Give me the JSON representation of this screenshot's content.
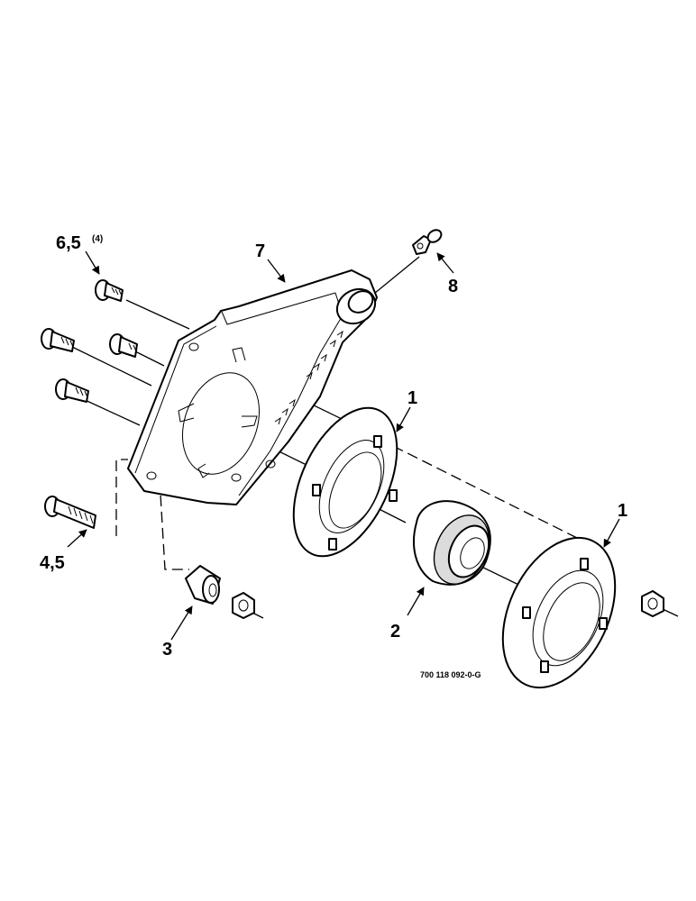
{
  "labels": {
    "bracket": "7",
    "grease_fitting": "8",
    "flange_top": "1",
    "flange_right": "1",
    "bearing": "2",
    "spacer": "3",
    "bolt_top": "6,5",
    "bolt_top_qty": "(4)",
    "bolt_bottom": "4,5"
  },
  "reference_number": "700 118 092-0-G"
}
